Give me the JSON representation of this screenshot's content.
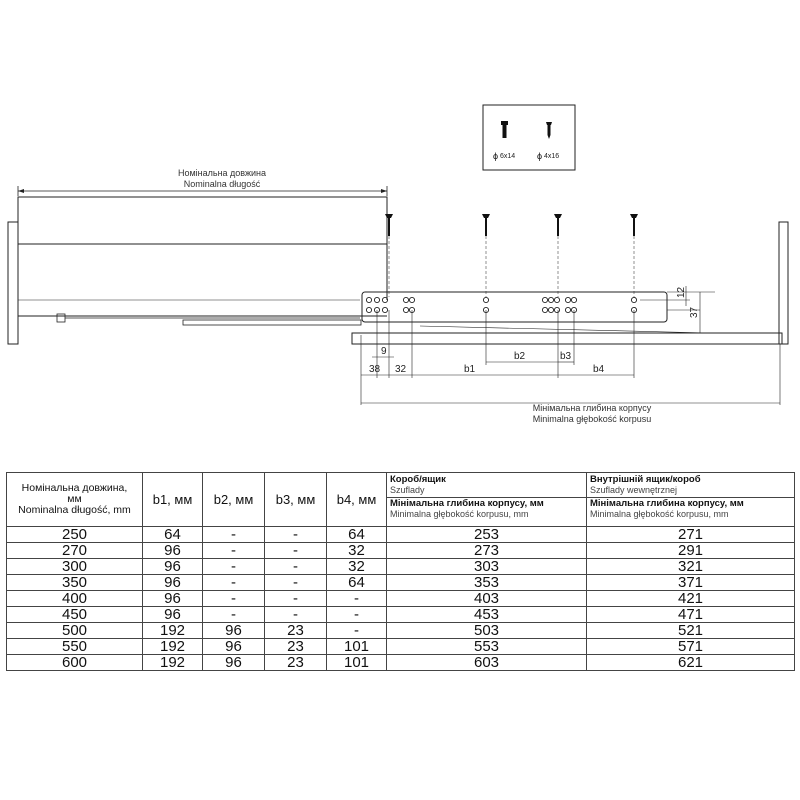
{
  "drawing": {
    "nominal_length_ua": "Номінальна довжина",
    "nominal_length_pl": "Nominalna długość",
    "min_depth_ua": "Мінімальна глибина корпусу",
    "min_depth_pl": "Minimalna głębokość korpusu",
    "screw1": "6x14",
    "screw2": "4x16",
    "dim_12": "12",
    "dim_37": "37",
    "dim_9": "9",
    "dim_38": "38",
    "dim_32": "32",
    "dim_b1": "b1",
    "dim_b2": "b2",
    "dim_b3": "b3",
    "dim_b4": "b4"
  },
  "table": {
    "col_length": [
      "Номінальна довжина,",
      "мм",
      "Nominalna długość, mm"
    ],
    "col_b1": "b1, мм",
    "col_b2": "b2, мм",
    "col_b3": "b3, мм",
    "col_b4": "b4, мм",
    "col_box": {
      "title": "Короб/ящик",
      "subtitle": "Szuflady",
      "depth": "Мінімальна глибина корпусу, мм",
      "depth_pl": "Minimalna głębokość korpusu, mm"
    },
    "col_inner": {
      "title": "Внутрішній ящик/короб",
      "subtitle": "Szuflady wewnętrznej",
      "depth": "Мінімальна глибина корпусу, мм",
      "depth_pl": "Minimalna głębokość korpusu, mm"
    },
    "rows": [
      [
        "250",
        "64",
        "-",
        "-",
        "64",
        "253",
        "271"
      ],
      [
        "270",
        "96",
        "-",
        "-",
        "32",
        "273",
        "291"
      ],
      [
        "300",
        "96",
        "-",
        "-",
        "32",
        "303",
        "321"
      ],
      [
        "350",
        "96",
        "-",
        "-",
        "64",
        "353",
        "371"
      ],
      [
        "400",
        "96",
        "-",
        "-",
        "-",
        "403",
        "421"
      ],
      [
        "450",
        "96",
        "-",
        "-",
        "-",
        "453",
        "471"
      ],
      [
        "500",
        "192",
        "96",
        "23",
        "-",
        "503",
        "521"
      ],
      [
        "550",
        "192",
        "96",
        "23",
        "101",
        "553",
        "571"
      ],
      [
        "600",
        "192",
        "96",
        "23",
        "101",
        "603",
        "621"
      ]
    ]
  }
}
